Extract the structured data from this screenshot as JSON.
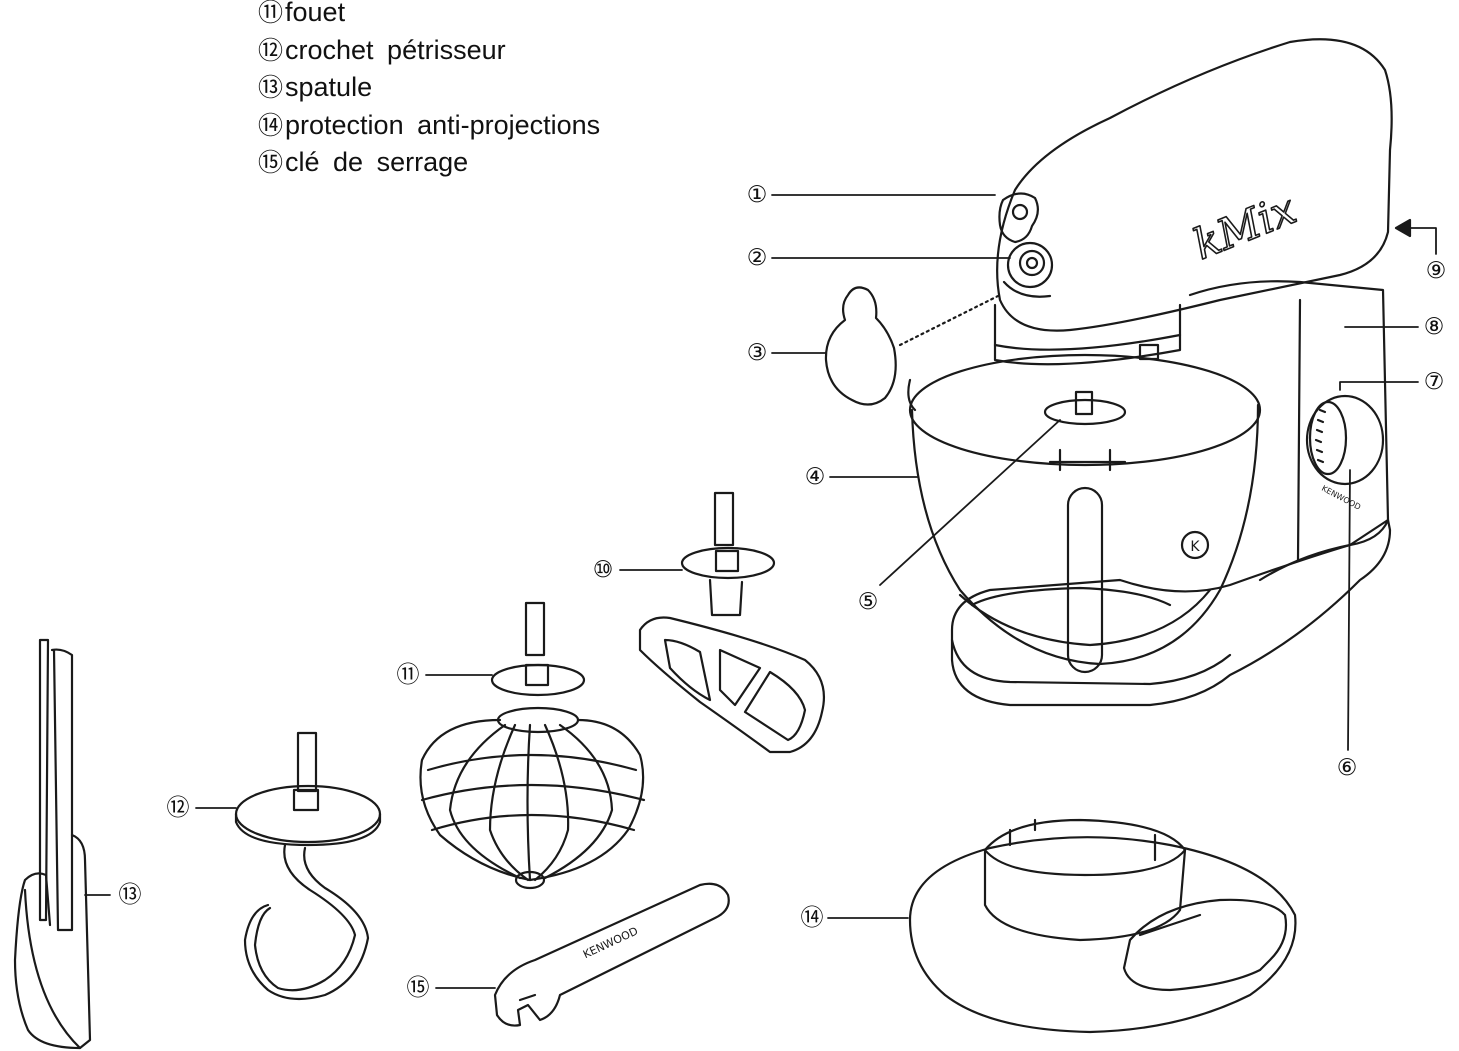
{
  "legend": [
    {
      "num": "⑪",
      "label": "fouet"
    },
    {
      "num": "⑫",
      "label": "crochet pétrisseur"
    },
    {
      "num": "⑬",
      "label": "spatule"
    },
    {
      "num": "⑭",
      "label": "protection anti-projections"
    },
    {
      "num": "⑮",
      "label": "clé de serrage"
    }
  ],
  "callouts": [
    "①",
    "②",
    "③",
    "④",
    "⑤",
    "⑥",
    "⑦",
    "⑧",
    "⑨",
    "⑩",
    "⑪",
    "⑫",
    "⑬",
    "⑭",
    "⑮"
  ],
  "product": {
    "brand_head": "kMix",
    "brand_wrench": "KENWOOD",
    "brand_side": "KENWOOD",
    "bowl_logo": "K"
  },
  "colors": {
    "stroke": "#1a1a1a",
    "background": "#ffffff"
  }
}
